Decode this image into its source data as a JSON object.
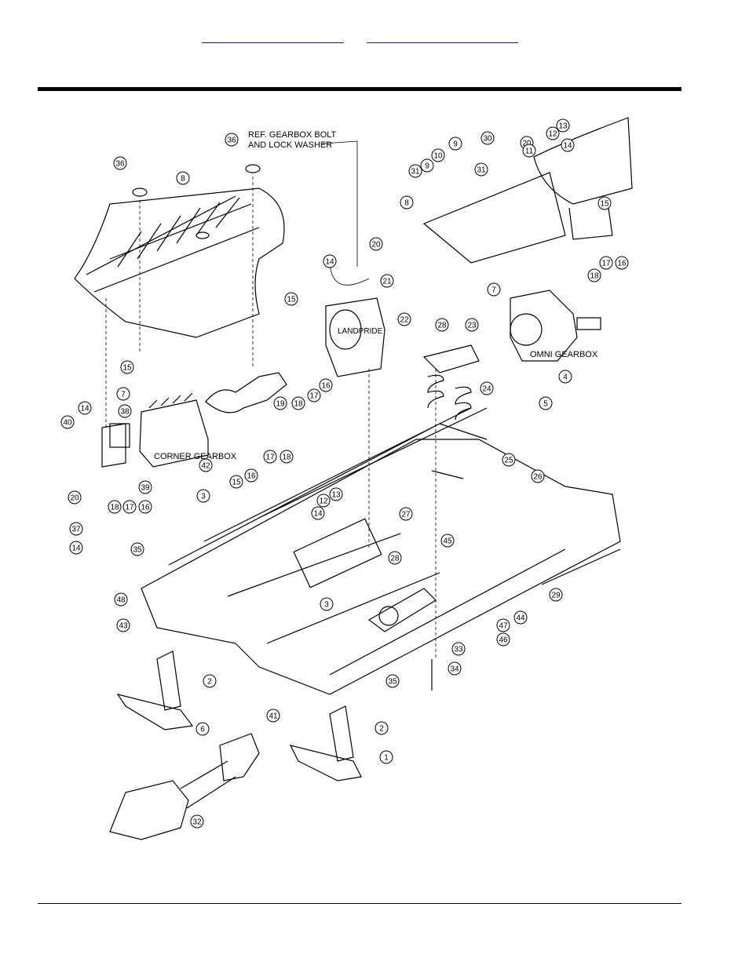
{
  "header": {
    "links": [
      "",
      ""
    ]
  },
  "labels": {
    "ref_gearbox": "REF. GEARBOX BOLT",
    "ref_gearbox_2": "AND LOCK WASHER",
    "omni": "OMNI GEARBOX",
    "corner": "CORNER GEARBOX",
    "brand": "LANDPRIDE"
  },
  "callouts": [
    "36",
    "36",
    "8",
    "14",
    "20",
    "21",
    "22",
    "15",
    "16",
    "17",
    "18",
    "19",
    "15",
    "7",
    "14",
    "38",
    "40",
    "42",
    "39",
    "16",
    "17",
    "18",
    "15",
    "16",
    "17",
    "18",
    "3",
    "20",
    "37",
    "14",
    "35",
    "48",
    "12",
    "13",
    "14",
    "27",
    "28",
    "45",
    "44",
    "47",
    "46",
    "3",
    "35",
    "43",
    "2",
    "41",
    "6",
    "2",
    "1",
    "32",
    "33",
    "34",
    "29",
    "26",
    "25",
    "24",
    "23",
    "28",
    "5",
    "4",
    "7",
    "8",
    "31",
    "9",
    "10",
    "9",
    "30",
    "31",
    "20",
    "11",
    "12",
    "13",
    "14",
    "15",
    "16",
    "17",
    "18"
  ]
}
